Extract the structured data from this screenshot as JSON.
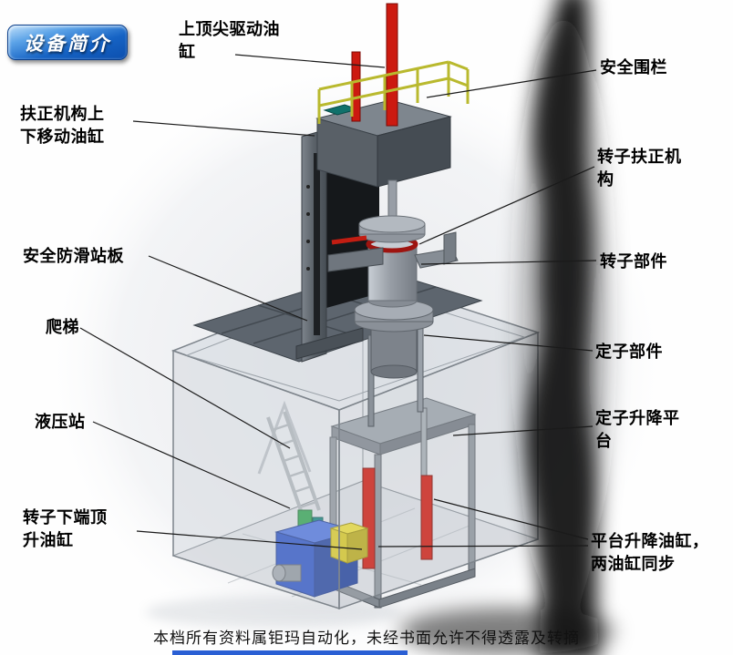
{
  "title_badge": {
    "label": "设备简介"
  },
  "labels": {
    "top_spindle_cylinder": "上顶尖驱动油\n缸",
    "safety_fence": "安全围栏",
    "centering_mech_cylinder": "扶正机构上\n下移动油缸",
    "rotor_centering_mech": "转子扶正机\n构",
    "anti_slip_platform": "安全防滑站板",
    "rotor_component": "转子部件",
    "ladder": "爬梯",
    "stator_component": "定子部件",
    "hydraulic_station": "液压站",
    "stator_lift_platform": "定子升降平\n台",
    "rotor_bottom_jack_cylinder": "转子下端顶\n升油缸",
    "platform_lift_cylinders": "平台升降油缸，\n两油缸同步"
  },
  "footer": {
    "text": "本档所有资料属钜玛自动化，未经书面允许不得透露及转摘"
  },
  "colors": {
    "badge_blue": "#1460c4",
    "cylinder_red": "#cc1a10",
    "railing_yellow": "#b9b92e",
    "hydraulic_blue": "#2a50c0",
    "platform_grey": "#5d656e",
    "accent_line_blue": "#2a5fd4"
  }
}
